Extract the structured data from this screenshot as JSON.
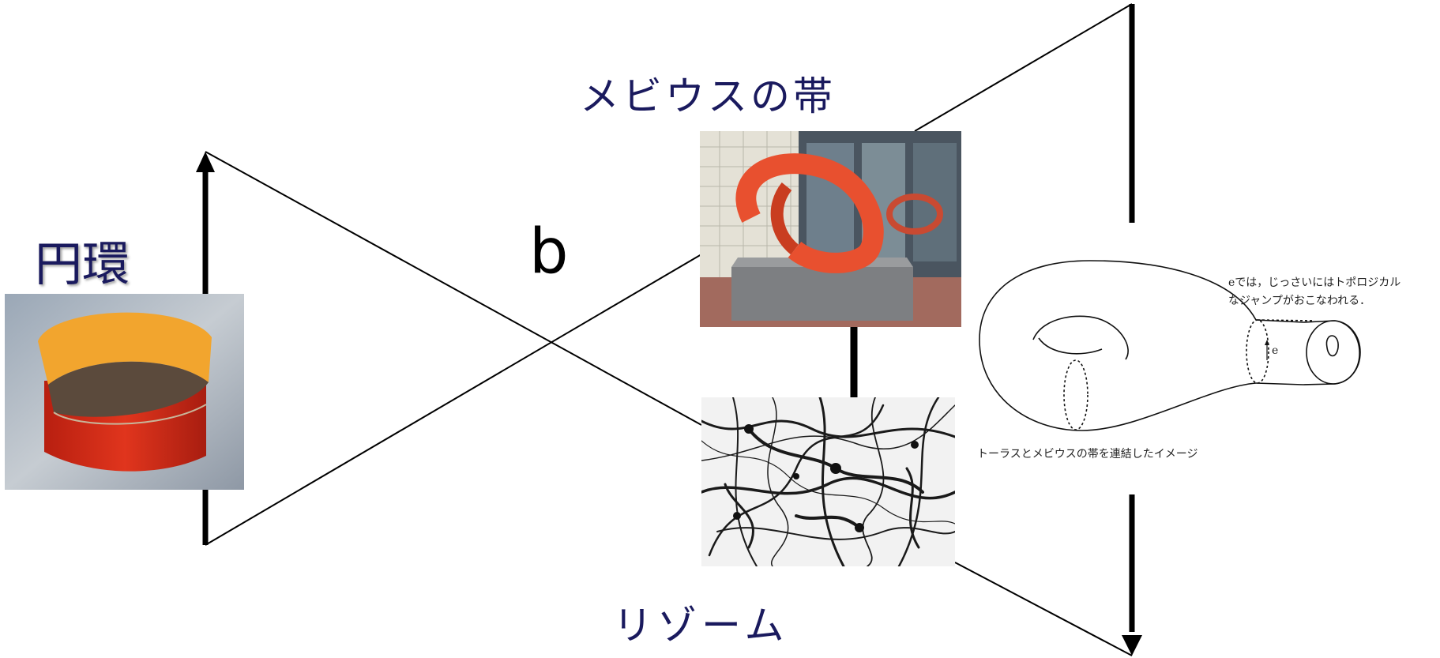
{
  "labels": {
    "ring": "円環",
    "mobius": "メビウスの帯",
    "rhizome": "リゾーム",
    "b": "b"
  },
  "torus_figure": {
    "note_line1": "eでは，じっさいにはトポロジカル",
    "note_line2": "なジャンプがおこなわれる．",
    "caption": "トーラスとメビウスの帯を連結したイメージ",
    "e_label": "e"
  },
  "colors": {
    "label_text": "#1a1a5e",
    "ring_outer": "#d42a17",
    "ring_inner": "#f2a52e",
    "sculpture": "#e8502f"
  }
}
